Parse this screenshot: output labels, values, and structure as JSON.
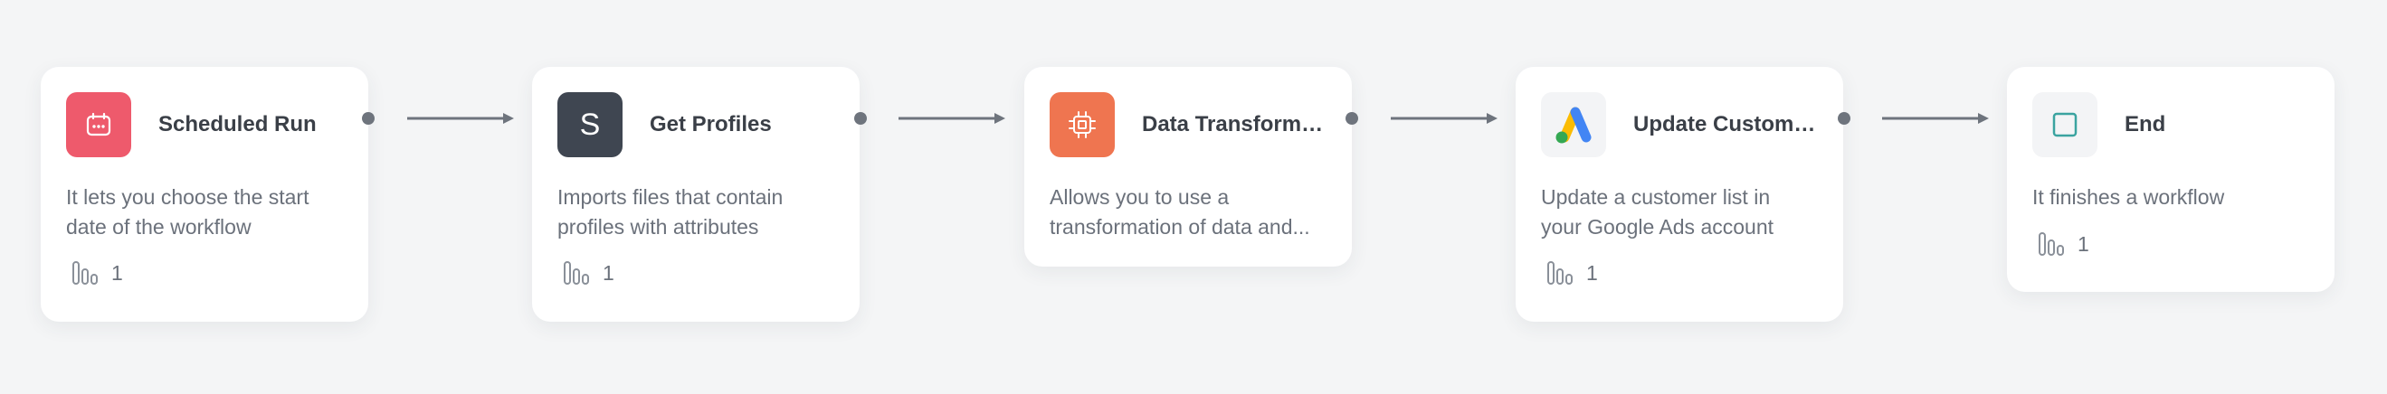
{
  "workflow": {
    "nodes": [
      {
        "title": "Scheduled Run",
        "desc_line1": "It lets you choose the start",
        "desc_line2": "date of the workflow",
        "count": "1",
        "icon": "calendar-icon",
        "icon_bg": "#ee5a6c"
      },
      {
        "title": "Get Profiles",
        "desc_line1": "Imports files that contain",
        "desc_line2": "profiles with attributes",
        "count": "1",
        "icon": "s-logo-icon",
        "icon_bg": "#3f4651"
      },
      {
        "title": "Data Transformation",
        "desc_line1": "Allows you to use a",
        "desc_line2": "transformation of data and...",
        "icon": "chip-icon",
        "icon_bg": "#ef7550"
      },
      {
        "title": "Update Customer List",
        "desc_line1": "Update a customer list in",
        "desc_line2": "your Google Ads account",
        "count": "1",
        "icon": "google-ads-icon",
        "icon_bg": "#f3f4f6"
      },
      {
        "title": "End",
        "desc_line1": "It finishes a workflow",
        "count": "1",
        "icon": "stop-icon",
        "icon_bg": "#f3f4f6"
      }
    ]
  },
  "colors": {
    "background": "#f4f5f6",
    "connector": "#6e747d",
    "text_primary": "#3a3f47",
    "text_secondary": "#6b717b"
  }
}
